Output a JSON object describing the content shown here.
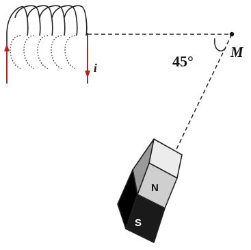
{
  "labels": {
    "angle": "45°",
    "point": "M",
    "current": "i",
    "north_pole": "N",
    "south_pole": "S"
  },
  "colors": {
    "line": "#222222",
    "arrow": "#b22222",
    "magnet_light": "#ececec",
    "magnet_mid": "#cfcfcf",
    "magnet_dark": "#1a1a1a"
  }
}
